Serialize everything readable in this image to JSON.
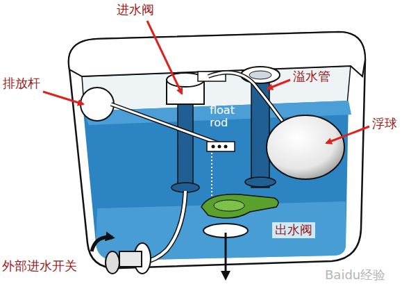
{
  "diagram": {
    "labels": [
      "进水阀",
      "排放杆",
      "溢水管",
      "float rod",
      "浮球",
      "出水阀",
      "外部进水开关",
      "Baidu经验"
    ]
  }
}
